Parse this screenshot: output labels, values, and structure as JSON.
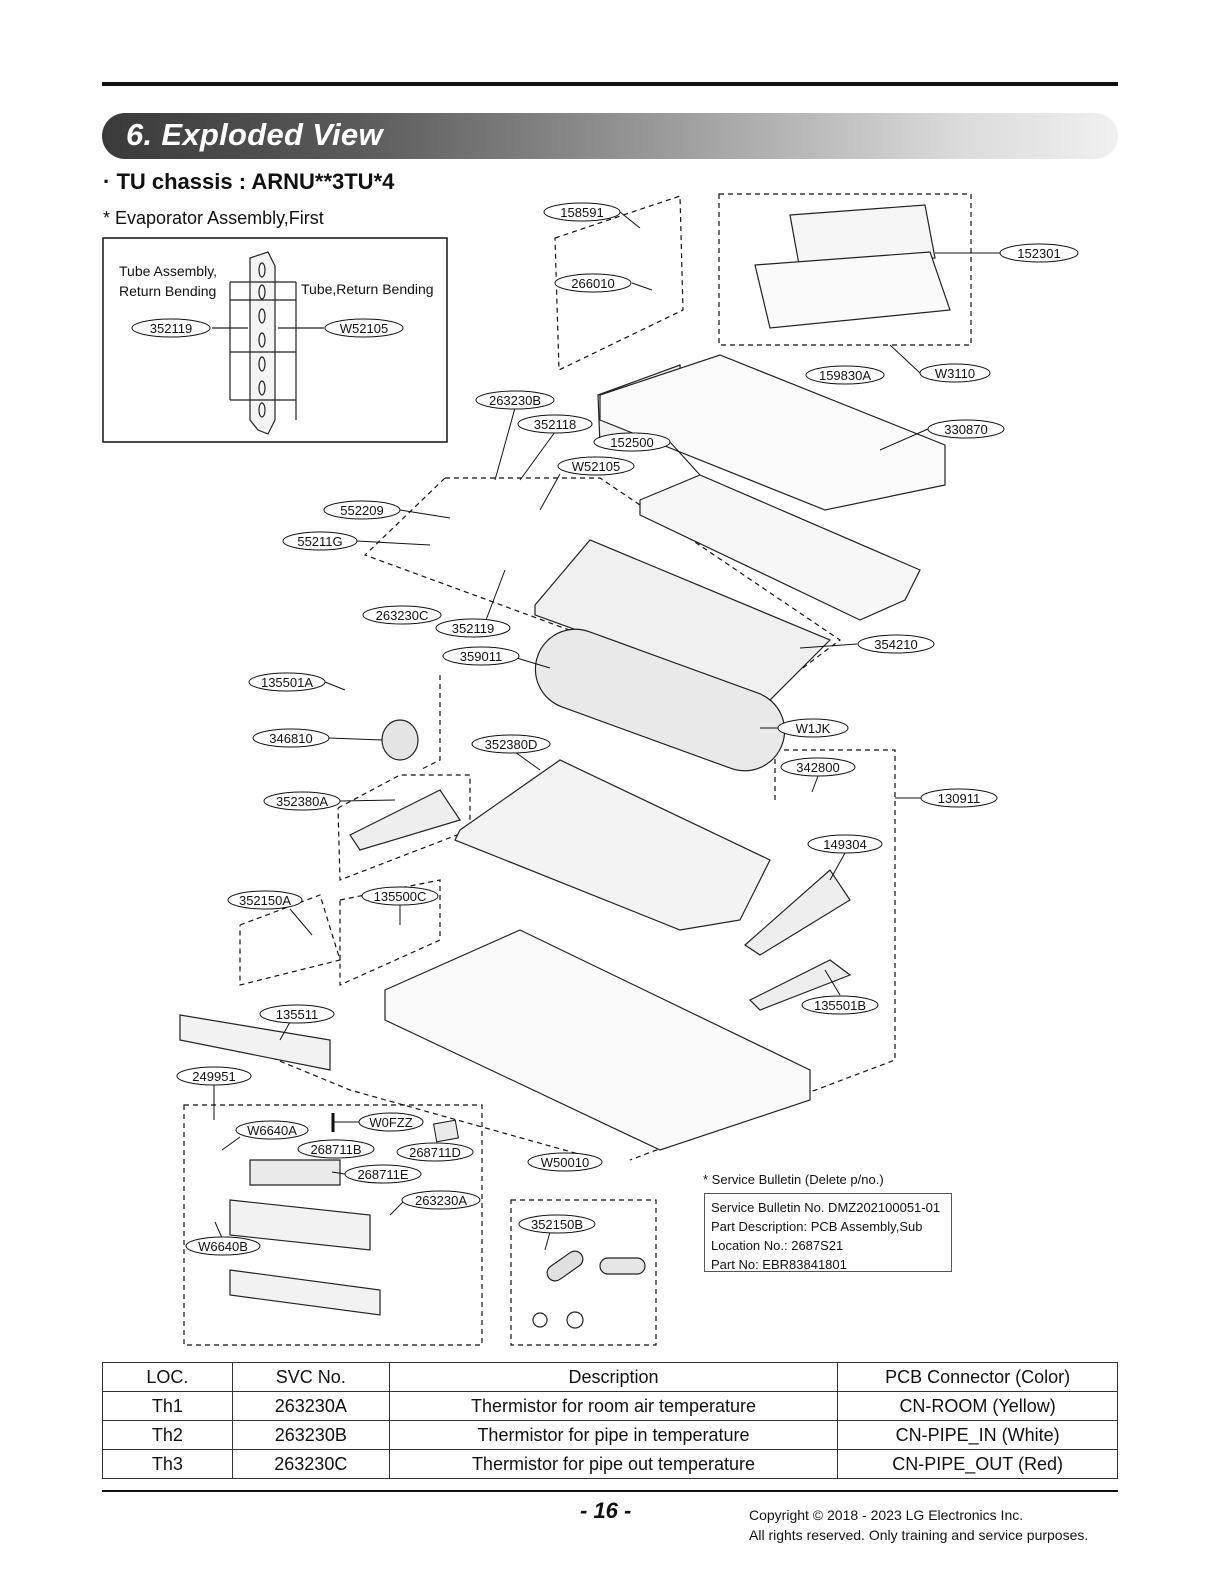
{
  "section": {
    "title": "6. Exploded View"
  },
  "chassis_heading": "· TU chassis : ARNU**3TU*4",
  "sub_heading": "* Evaporator Assembly,First",
  "inset": {
    "left_label_line1": "Tube Assembly,",
    "left_label_line2": "Return Bending",
    "right_label": "Tube,Return Bending",
    "left_part": "352119",
    "right_part": "W52105"
  },
  "callouts": {
    "c158591": "158591",
    "c266010": "266010",
    "c152301": "152301",
    "c159830A": "159830A",
    "cW3110": "W3110",
    "c263230B": "263230B",
    "c352118": "352118",
    "c152500": "152500",
    "c330870": "330870",
    "cW52105": "W52105",
    "c552209": "552209",
    "c55211G": "55211G",
    "c263230C": "263230C",
    "c352119": "352119",
    "c354210": "354210",
    "c359011": "359011",
    "c135501A": "135501A",
    "cW1JK": "W1JK",
    "c346810": "346810",
    "c352380D": "352380D",
    "c342800": "342800",
    "c352380A": "352380A",
    "c130911": "130911",
    "c149304": "149304",
    "c352150A": "352150A",
    "c135500C": "135500C",
    "c135501B": "135501B",
    "c135511": "135511",
    "c249951": "249951",
    "cW6640A": "W6640A",
    "cW0FZZ": "W0FZZ",
    "c268711B": "268711B",
    "c268711D": "268711D",
    "c268711E": "268711E",
    "cW50010": "W50010",
    "c263230A": "263230A",
    "c352150B": "352150B",
    "cW6640B": "W6640B"
  },
  "service_bulletin": {
    "note": "* Service Bulletin (Delete p/no.)",
    "line1": "Service Bulletin No. DMZ202100051-01",
    "line2": "Part Description:  PCB Assembly,Sub",
    "line3": "Location No.: 2687S21",
    "line4": "Part No: EBR83841801"
  },
  "table": {
    "headers": [
      "LOC.",
      "SVC No.",
      "Description",
      "PCB Connector (Color)"
    ],
    "rows": [
      [
        "Th1",
        "263230A",
        "Thermistor for room air temperature",
        "CN-ROOM (Yellow)"
      ],
      [
        "Th2",
        "263230B",
        "Thermistor for pipe in temperature",
        "CN-PIPE_IN (White)"
      ],
      [
        "Th3",
        "263230C",
        "Thermistor for pipe out temperature",
        "CN-PIPE_OUT (Red)"
      ]
    ]
  },
  "footer": {
    "page_number": "- 16 -",
    "copyright_line1": "Copyright © 2018 - 2023 LG Electronics Inc.",
    "copyright_line2": "All rights reserved. Only training and service purposes."
  }
}
